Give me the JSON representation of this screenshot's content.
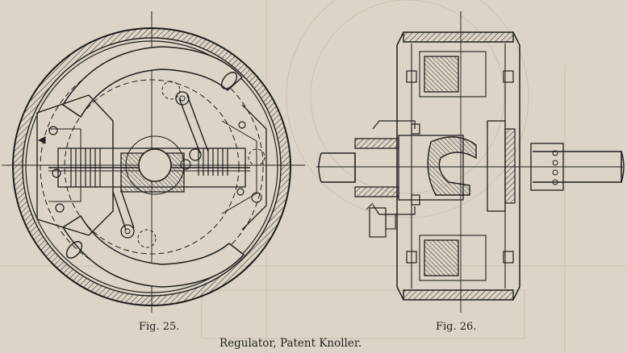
{
  "figures": [
    {
      "id": "fig25",
      "caption": "Fig. 25."
    },
    {
      "id": "fig26",
      "caption": "Fig. 26."
    }
  ],
  "title": "Regulator, Patent Knoller.",
  "colors": {
    "paper": "#dcd5c7",
    "ink": "#1e1e1e",
    "hatch": "#2a2a2a",
    "ghost": "#c9c1b2"
  }
}
